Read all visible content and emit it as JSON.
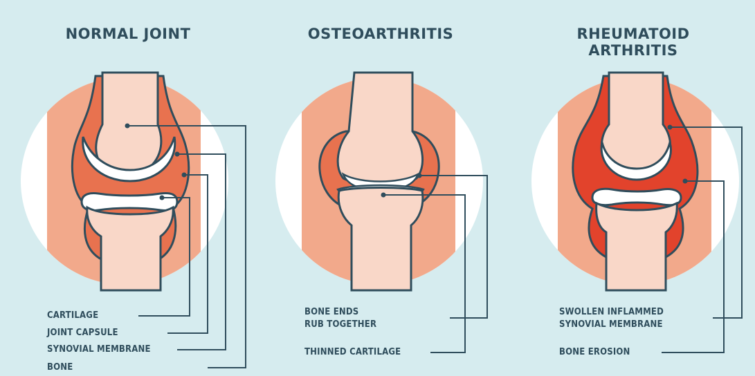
{
  "panels": {
    "normal": {
      "title": "NORMAL JOINT",
      "labels": {
        "cartilage": "CARTILAGE",
        "joint_capsule": "JOINT CAPSULE",
        "synovial_membrane": "SYNOVIAL MEMBRANE",
        "bone": "BONE"
      }
    },
    "osteo": {
      "title": "OSTEOARTHRITIS",
      "labels": {
        "bone_ends_line1": "BONE ENDS",
        "bone_ends_line2": "RUB TOGETHER",
        "thinned_cartilage": "THINNED CARTILAGE"
      }
    },
    "rheum": {
      "title_line1": "RHEUMATOID",
      "title_line2": "ARTHRITIS",
      "labels": {
        "swollen_line1": "SWOLLEN INFLAMMED",
        "swollen_line2": "SYNOVIAL MEMBRANE",
        "bone_erosion": "BONE EROSION"
      }
    }
  },
  "colors": {
    "background": "#d6ecef",
    "circle": "#ffffff",
    "soft_tissue": "#f2a98b",
    "bone": "#f9d7c8",
    "capsule": "#e8724f",
    "inflamed": "#e2432c",
    "cartilage": "#ffffff",
    "outline": "#2f4d5c"
  }
}
